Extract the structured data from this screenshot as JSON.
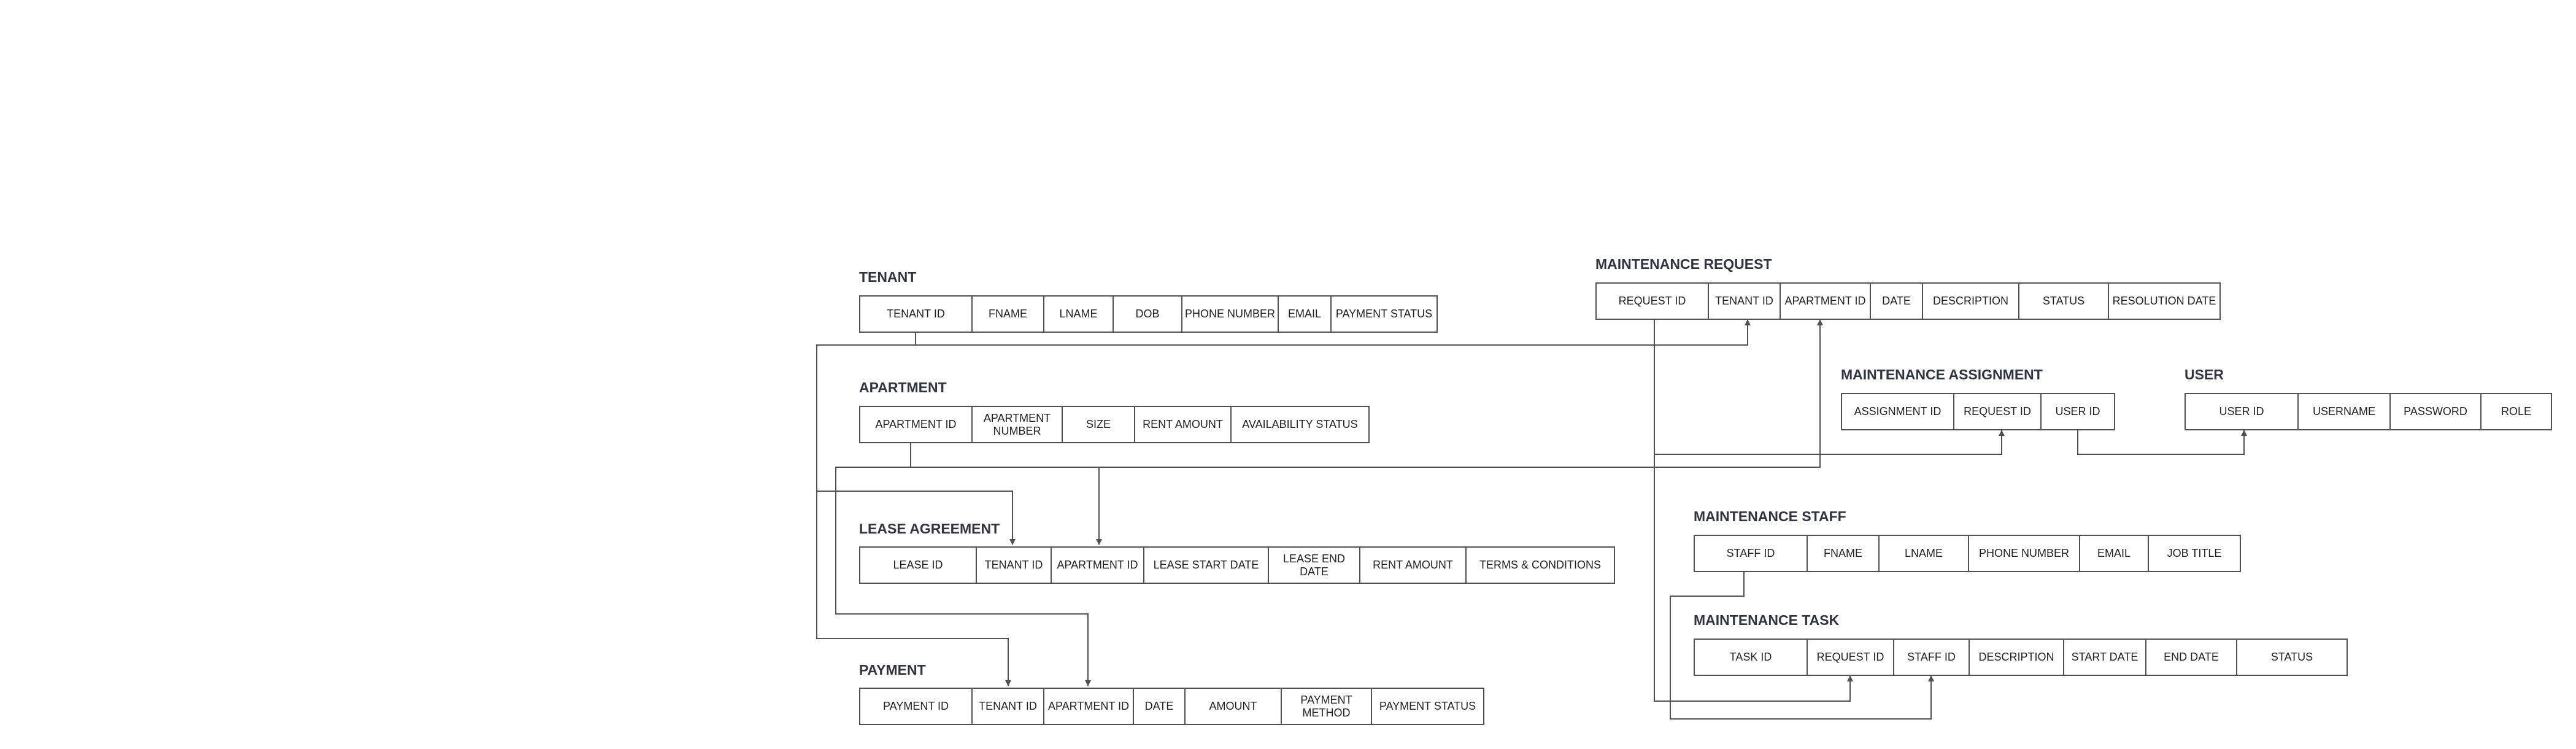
{
  "entities": {
    "tenant": {
      "title": "TENANT",
      "fields": [
        "TENANT ID",
        "FNAME",
        "LNAME",
        "DOB",
        "PHONE NUMBER",
        "EMAIL",
        "PAYMENT STATUS"
      ]
    },
    "apartment": {
      "title": "APARTMENT",
      "fields": [
        "APARTMENT ID",
        "APARTMENT NUMBER",
        "SIZE",
        "RENT AMOUNT",
        "AVAILABILITY STATUS"
      ]
    },
    "lease_agreement": {
      "title": "LEASE AGREEMENT",
      "fields": [
        "LEASE ID",
        "TENANT ID",
        "APARTMENT ID",
        "LEASE START DATE",
        "LEASE END DATE",
        "RENT AMOUNT",
        "TERMS & CONDITIONS"
      ]
    },
    "payment": {
      "title": "PAYMENT",
      "fields": [
        "PAYMENT ID",
        "TENANT ID",
        "APARTMENT ID",
        "DATE",
        "AMOUNT",
        "PAYMENT METHOD",
        "PAYMENT STATUS"
      ]
    },
    "maintenance_request": {
      "title": "MAINTENANCE REQUEST",
      "fields": [
        "REQUEST ID",
        "TENANT ID",
        "APARTMENT ID",
        "DATE",
        "DESCRIPTION",
        "STATUS",
        "RESOLUTION DATE"
      ]
    },
    "maintenance_assignment": {
      "title": "MAINTENANCE ASSIGNMENT",
      "fields": [
        "ASSIGNMENT ID",
        "REQUEST ID",
        "USER ID"
      ]
    },
    "user": {
      "title": "USER",
      "fields": [
        "USER ID",
        "USERNAME",
        "PASSWORD",
        "ROLE"
      ]
    },
    "maintenance_staff": {
      "title": "MAINTENANCE STAFF",
      "fields": [
        "STAFF ID",
        "FNAME",
        "LNAME",
        "PHONE NUMBER",
        "EMAIL",
        "JOB TITLE"
      ]
    },
    "maintenance_task": {
      "title": "MAINTENANCE TASK",
      "fields": [
        "TASK ID",
        "REQUEST ID",
        "STAFF ID",
        "DESCRIPTION",
        "START DATE",
        "END DATE",
        "STATUS"
      ]
    }
  },
  "relationships": [
    {
      "from": "tenant.TENANT ID",
      "to": "maintenance_request.TENANT ID"
    },
    {
      "from": "tenant.TENANT ID",
      "to": "lease_agreement.TENANT ID"
    },
    {
      "from": "tenant.TENANT ID",
      "to": "payment.TENANT ID"
    },
    {
      "from": "apartment.APARTMENT ID",
      "to": "lease_agreement.APARTMENT ID"
    },
    {
      "from": "apartment.APARTMENT ID",
      "to": "maintenance_request.APARTMENT ID"
    },
    {
      "from": "apartment.APARTMENT ID",
      "to": "payment.APARTMENT ID"
    },
    {
      "from": "maintenance_request.REQUEST ID",
      "to": "maintenance_assignment.REQUEST ID"
    },
    {
      "from": "maintenance_request.REQUEST ID",
      "to": "maintenance_task.REQUEST ID"
    },
    {
      "from": "maintenance_assignment.USER ID",
      "to": "user.USER ID"
    },
    {
      "from": "maintenance_staff.STAFF ID",
      "to": "maintenance_task.STAFF ID"
    }
  ],
  "colors": {
    "line": "#505050",
    "title": "#2e3440",
    "text": "#1f1f1f",
    "background": "#ffffff"
  }
}
